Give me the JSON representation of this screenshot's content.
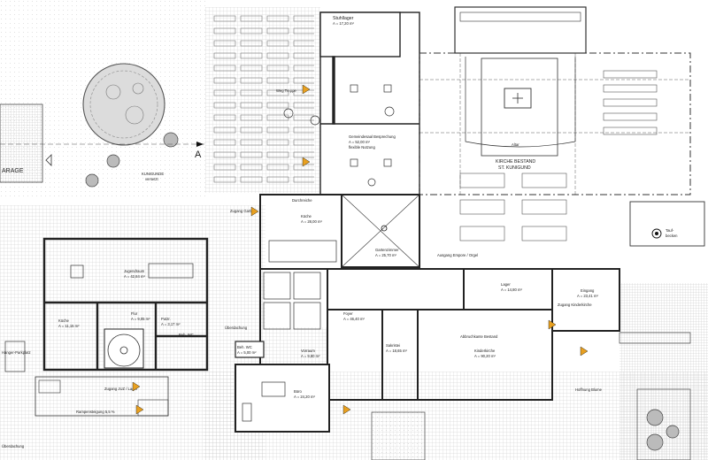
{
  "rooms": {
    "stuhllager": {
      "name": "Stuhllager",
      "area": "A = 17,20 m²"
    },
    "kirche": {
      "line1": "KIRCHE BESTAND",
      "line2": "ST. KUNIGUND"
    },
    "altar": "Altar",
    "gemeindesaal": {
      "name": "Gemeindesaal Besprechung",
      "area": "A = 52,00 m²",
      "note": "flexible Nutzung"
    },
    "kueche_oben": {
      "name": "Küche",
      "area": "A = 28,00 m²"
    },
    "gartenzimmer": {
      "name": "Gartenzimmer",
      "area": "A = 25,70 m²"
    },
    "jugendraum": {
      "name": "Jugendraum",
      "area": "A = 42,84 m²"
    },
    "kueche_jugend": {
      "name": "Küche",
      "area": "A = 11,15 m²"
    },
    "flur": {
      "name": "Flur",
      "area": "A = 9,05 m²"
    },
    "putzraum": {
      "name": "Putzr.",
      "area": "A = 3,17 m²"
    },
    "beh_wc_jugend": {
      "name": "Beh. WC",
      "area": ""
    },
    "beh_wc": {
      "name": "Beh. WC",
      "area": "A = 5,00 m²"
    },
    "vorraum": {
      "name": "Vorraum",
      "area": "A = 9,80 m²"
    },
    "foyer": {
      "name": "Foyer",
      "area": "A = 46,40 m²"
    },
    "sakristei": {
      "name": "Sakristei",
      "area": "A = 18,65 m²"
    },
    "kinderkirche": {
      "name": "Kinderkirche",
      "area": "A = 90,20 m²"
    },
    "lager": {
      "name": "Lager",
      "area": "A = 14,80 m²"
    },
    "eingang": {
      "name": "Eingang",
      "area": "A = 23,41 m²"
    },
    "buero": {
      "name": "Büro",
      "area": "A = 24,20 m²"
    },
    "taufbecken": {
      "name": "Tauf-",
      "name2": "becken"
    },
    "abbruchkante": "Abbruchkante Bestand",
    "ausgang_chor": "Ausgang Empore / Orgel"
  },
  "labels": {
    "garage": "ARAGE",
    "kunigunde": "KUNIGUNDE",
    "kunigunde_sub": "versetzt",
    "section_marker": "A",
    "ueberdachung_mid": "Überdachung",
    "ueberdachung_bottom": "Überdachung",
    "zugang_jugend": "Zugang JUZ / Lager",
    "rampe": "Rampensteigung 5,5 %",
    "zugang_garten": "Zugang Garten",
    "zugang_kinderkirche": "Zugang Kinderkirche",
    "haenger_parkplatz": "Hänger-Parkplatz",
    "durchreiche": "Durchreiche",
    "weg_treppe": "Weg Treppe",
    "hoffnung": "Hoffnung Blume",
    "flexible_nutzung": "flexible Nutzung"
  },
  "colors": {
    "wall": "#222222",
    "hatch": "#9a9a9a",
    "grid": "#c8c8c8",
    "accent": "#e8a020",
    "tree": "#777777"
  }
}
